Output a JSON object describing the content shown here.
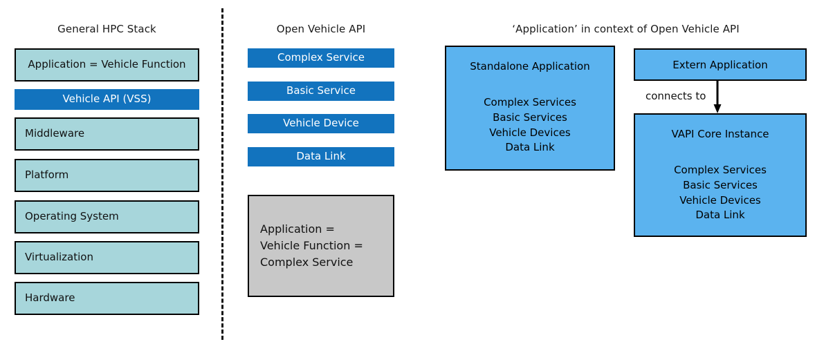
{
  "sections": {
    "hpc": {
      "heading": "General HPC Stack",
      "layers": [
        {
          "label": "Application = Vehicle Function",
          "style": "teal",
          "align": "center",
          "bordered": true
        },
        {
          "label": "Vehicle API (VSS)",
          "style": "blue",
          "align": "center",
          "bordered": false
        },
        {
          "label": "Middleware",
          "style": "teal",
          "align": "left",
          "bordered": true
        },
        {
          "label": "Platform",
          "style": "teal",
          "align": "left",
          "bordered": true
        },
        {
          "label": "Operating System",
          "style": "teal",
          "align": "left",
          "bordered": true
        },
        {
          "label": "Virtualization",
          "style": "teal",
          "align": "left",
          "bordered": true
        },
        {
          "label": "Hardware",
          "style": "teal",
          "align": "left",
          "bordered": true
        }
      ]
    },
    "open_vehicle_api": {
      "heading": "Open Vehicle API",
      "layers": [
        {
          "label": "Complex Service"
        },
        {
          "label": "Basic Service"
        },
        {
          "label": "Vehicle Device"
        },
        {
          "label": "Data Link"
        }
      ],
      "summary_box": {
        "text": "Application =\nVehicle Function =\nComplex Service"
      }
    },
    "application_context": {
      "heading": "‘Application’ in context of Open Vehicle API",
      "standalone": {
        "title": "Standalone Application",
        "body": "Complex Services\nBasic Services\nVehicle Devices\nData Link"
      },
      "extern": {
        "title": "Extern Application"
      },
      "connector": {
        "label": "connects to"
      },
      "vapi_core": {
        "title": "VAPI Core Instance",
        "body": "Complex Services\nBasic Services\nVehicle Devices\nData Link"
      }
    }
  },
  "colors": {
    "teal": "#a7d6db",
    "blue": "#1273be",
    "light_blue": "#5bb3ef",
    "gray": "#c8c8c8",
    "outline": "#000000",
    "background": "#ffffff"
  }
}
